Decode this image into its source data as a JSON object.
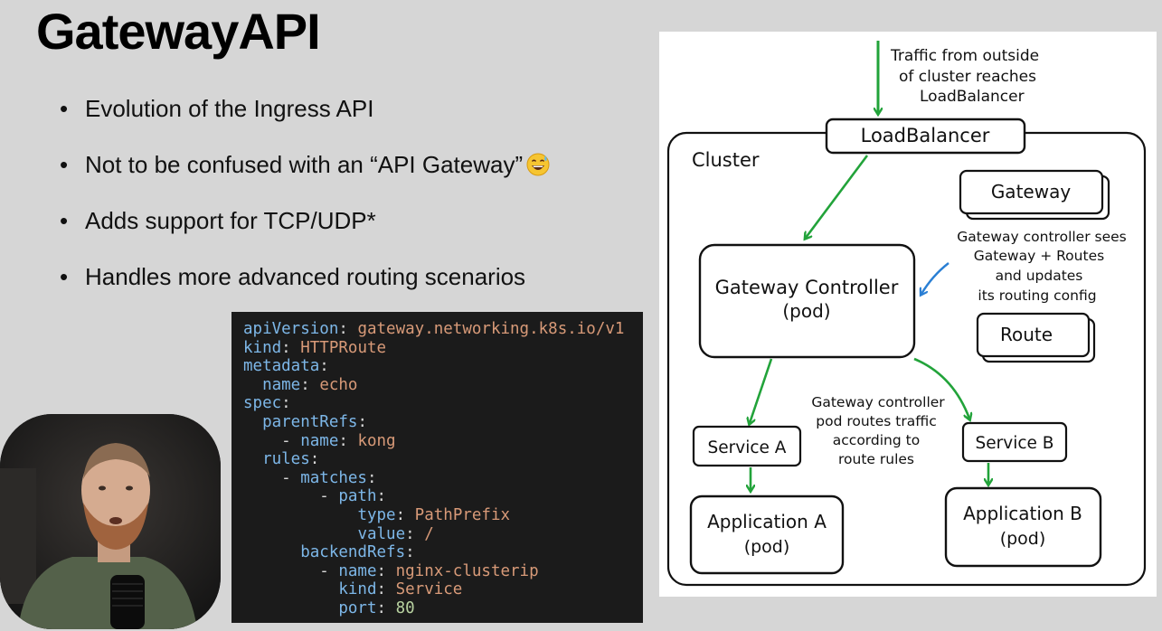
{
  "slide": {
    "title": "GatewayAPI",
    "bullets": [
      "Evolution of the Ingress API",
      "Not to be confused with an “API Gateway”",
      "Adds support for TCP/UDP*",
      "Handles more advanced routing scenarios"
    ],
    "emoji_icon": "grinning-sweat-emoji"
  },
  "code": {
    "lines": [
      {
        "indent": "",
        "key": "apiVersion",
        "sep": ": ",
        "value": "gateway.networking.k8s.io/v1",
        "vtype": "s"
      },
      {
        "indent": "",
        "key": "kind",
        "sep": ": ",
        "value": "HTTPRoute",
        "vtype": "s"
      },
      {
        "indent": "",
        "key": "metadata",
        "sep": ":",
        "value": "",
        "vtype": "s"
      },
      {
        "indent": "  ",
        "key": "name",
        "sep": ": ",
        "value": "echo",
        "vtype": "s"
      },
      {
        "indent": "",
        "key": "spec",
        "sep": ":",
        "value": "",
        "vtype": "s"
      },
      {
        "indent": "  ",
        "key": "parentRefs",
        "sep": ":",
        "value": "",
        "vtype": "s"
      },
      {
        "indent": "    - ",
        "key": "name",
        "sep": ": ",
        "value": "kong",
        "vtype": "s"
      },
      {
        "indent": "  ",
        "key": "rules",
        "sep": ":",
        "value": "",
        "vtype": "s"
      },
      {
        "indent": "    - ",
        "key": "matches",
        "sep": ":",
        "value": "",
        "vtype": "s"
      },
      {
        "indent": "        - ",
        "key": "path",
        "sep": ":",
        "value": "",
        "vtype": "s"
      },
      {
        "indent": "            ",
        "key": "type",
        "sep": ": ",
        "value": "PathPrefix",
        "vtype": "s"
      },
      {
        "indent": "            ",
        "key": "value",
        "sep": ": ",
        "value": "/",
        "vtype": "s"
      },
      {
        "indent": "      ",
        "key": "backendRefs",
        "sep": ":",
        "value": "",
        "vtype": "s"
      },
      {
        "indent": "        - ",
        "key": "name",
        "sep": ": ",
        "value": "nginx-clusterip",
        "vtype": "s"
      },
      {
        "indent": "          ",
        "key": "kind",
        "sep": ": ",
        "value": "Service",
        "vtype": "s"
      },
      {
        "indent": "          ",
        "key": "port",
        "sep": ": ",
        "value": "80",
        "vtype": "n"
      }
    ]
  },
  "diagram": {
    "traffic_note": [
      "Traffic from outside",
      "of cluster reaches",
      "LoadBalancer"
    ],
    "load_balancer": "LoadBalancer",
    "cluster_label": "Cluster",
    "gateway": "Gateway",
    "controller_note": [
      "Gateway controller sees",
      "Gateway + Routes",
      "and updates",
      "its routing config"
    ],
    "gateway_controller": [
      "Gateway Controller",
      "(pod)"
    ],
    "route": "Route",
    "routing_note": [
      "Gateway controller",
      "pod routes traffic",
      "according to",
      "route rules"
    ],
    "service_a": "Service A",
    "service_b": "Service B",
    "application_a": [
      "Application A",
      "(pod)"
    ],
    "application_b": [
      "Application B",
      "(pod)"
    ],
    "colors": {
      "arrow_green": "#22a33a",
      "arrow_blue": "#2a7fd4",
      "stroke": "#111111"
    }
  },
  "webcam": {
    "icon": "presenter-webcam"
  }
}
